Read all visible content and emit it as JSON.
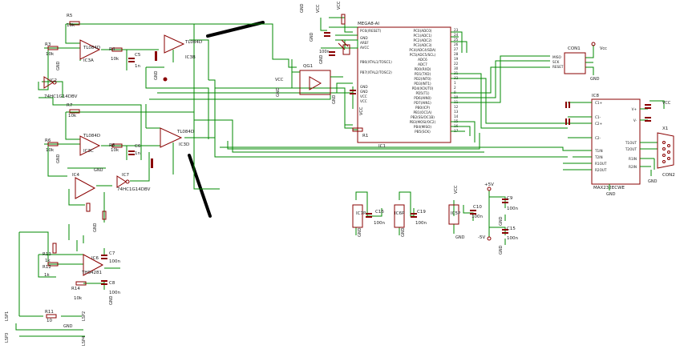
{
  "labels": {
    "r5": "R5",
    "r5v": "10k",
    "r3": "R3",
    "r3v": "10k",
    "ic3a_type": "TL084D",
    "ic3a": "IC3A",
    "r4": "R4",
    "r4v": "10k",
    "c5": "C5",
    "c5v": "1n",
    "ic3b_type": "TL084D",
    "ic3b": "IC3B",
    "ic2": "IC2",
    "ic2_type": "74HC1G14DBV",
    "r7": "R7",
    "r7v": "10k",
    "r6": "R6",
    "r6v": "10k",
    "ic3c_type": "TL084D",
    "ic3c": "IC3C",
    "r8": "R8",
    "r8v": "10k",
    "c6": "C6",
    "c6v": "1n",
    "ic3d_type": "TL084D",
    "ic3d": "IC3D",
    "ic4": "IC4",
    "ic7": "IC7",
    "ic7_type": "74HC1G14DBV",
    "r13": "R13",
    "r13v": "1k",
    "r12": "R12",
    "r12v": "1k",
    "ic6": "IC6",
    "ic6_type": "THS4281",
    "r14": "R14",
    "r14v": "10k",
    "c7": "C7",
    "c7v": "100n",
    "c8": "C8",
    "c8v": "100n",
    "r11": "R11",
    "r11v": "10",
    "lsp1": "LSP1",
    "lsp2": "LSP2",
    "lsp3": "LSP3",
    "lsp4": "LSP4",
    "mcu": "MEGA8-AI",
    "ic1": "IC1",
    "qg1": "QG1",
    "r1": "R1",
    "ic8": "IC8",
    "ic8_type": "MAX232ECWE",
    "con1": "CON1",
    "con2": "CON2",
    "x1": "X1",
    "c16": "C16",
    "c16v": "100n",
    "c19": "C19",
    "c19v": "100n",
    "c10": "C10",
    "c10v": "100n",
    "c9": "C9",
    "c9v": "100n",
    "c15": "C15",
    "c15v": "100n",
    "ic7p": "IC7P",
    "ic6p": "IC6P",
    "ic5p": "IC5P",
    "gnd": "GND",
    "vcc": "VCC",
    "p5v": "+5V",
    "m5v": "-5V",
    "vcc_mcu": "Vcc"
  },
  "mcu_pins_left": [
    "PC6(/RESET)",
    "GND",
    "AREF",
    "AVCC",
    "PB6(XTAL1/TOSC1)",
    "PB7(XTAL2/TOSC2)",
    "GND",
    "GND",
    "VCC",
    "VCC"
  ],
  "mcu_pins_right": [
    "PC0(ADC0)",
    "PC1(ADC1)",
    "PC2(ADC2)",
    "PC3(ADC3)",
    "PC4(ADC4/SDA)",
    "PC5(ADC5/SCL)",
    "ADC6",
    "ADC7",
    "PD0(RXD)",
    "PD1(TXD)",
    "PD2(INT0)",
    "PD3(INT1)",
    "PD4(XCK/T0)",
    "PD5(T1)",
    "PD6(AIN0)",
    "PD7(AIN1)",
    "PB0(ICP)",
    "PB1(OC1A)",
    "PB2(SS/OC1B)",
    "PB3(MOSI/OC2)",
    "PB4(MISO)",
    "PB5(SCK)"
  ],
  "mcu_pin_numbers_right": [
    "23",
    "24",
    "25",
    "26",
    "27",
    "28",
    "19",
    "22",
    "30",
    "31",
    "32",
    "1",
    "2",
    "9",
    "10",
    "11",
    "12",
    "13",
    "14",
    "15",
    "16",
    "17"
  ],
  "max232_pins_left": [
    "C1+",
    "C1-",
    "C2+",
    "C2-",
    "T1IN",
    "T2IN",
    "R1OUT",
    "R2OUT"
  ],
  "max232_pins_right": [
    "V+",
    "V-",
    "T1OUT",
    "T2OUT",
    "R1IN",
    "R2IN"
  ],
  "isp_signals": [
    "MISO",
    "SCK",
    "RESET"
  ],
  "colors": {
    "wire": "#008a00",
    "part": "#8a0000",
    "text": "#202020",
    "background": "#ffffff",
    "marker": "#000000"
  }
}
